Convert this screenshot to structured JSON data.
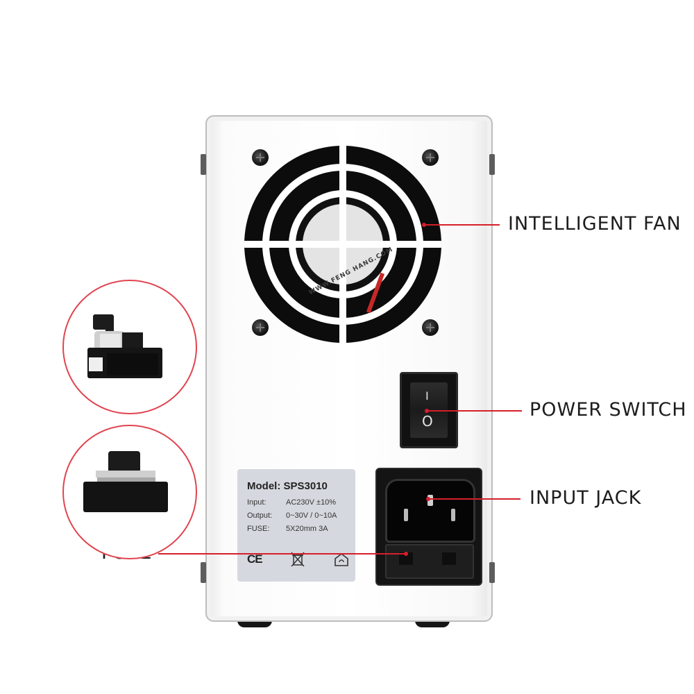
{
  "spec_label": {
    "model": "Model: SPS3010",
    "rows": [
      {
        "key": "Input:",
        "value": "AC230V ±10%"
      },
      {
        "key": "Output:",
        "value": "0~30V / 0~10A"
      },
      {
        "key": "FUSE:",
        "value": "5X20mm  3A"
      }
    ],
    "ce_mark": "CE"
  },
  "fan_hub_text": "WWW.FENG HANG.COM",
  "power_switch": {
    "on_mark": "I",
    "off_mark": "O"
  },
  "callouts": {
    "fan": "INTELLIGENT FAN",
    "switch": "POWER SWITCH",
    "jack": "INPUT JACK",
    "fuse": "FUSE"
  },
  "colors": {
    "callout_line": "#d61f2b",
    "detail_circle": "#e04450",
    "label_plate": "#d5d8de"
  },
  "icons": [
    "screw-icon",
    "weee-bin-icon",
    "recycle-house-icon"
  ]
}
